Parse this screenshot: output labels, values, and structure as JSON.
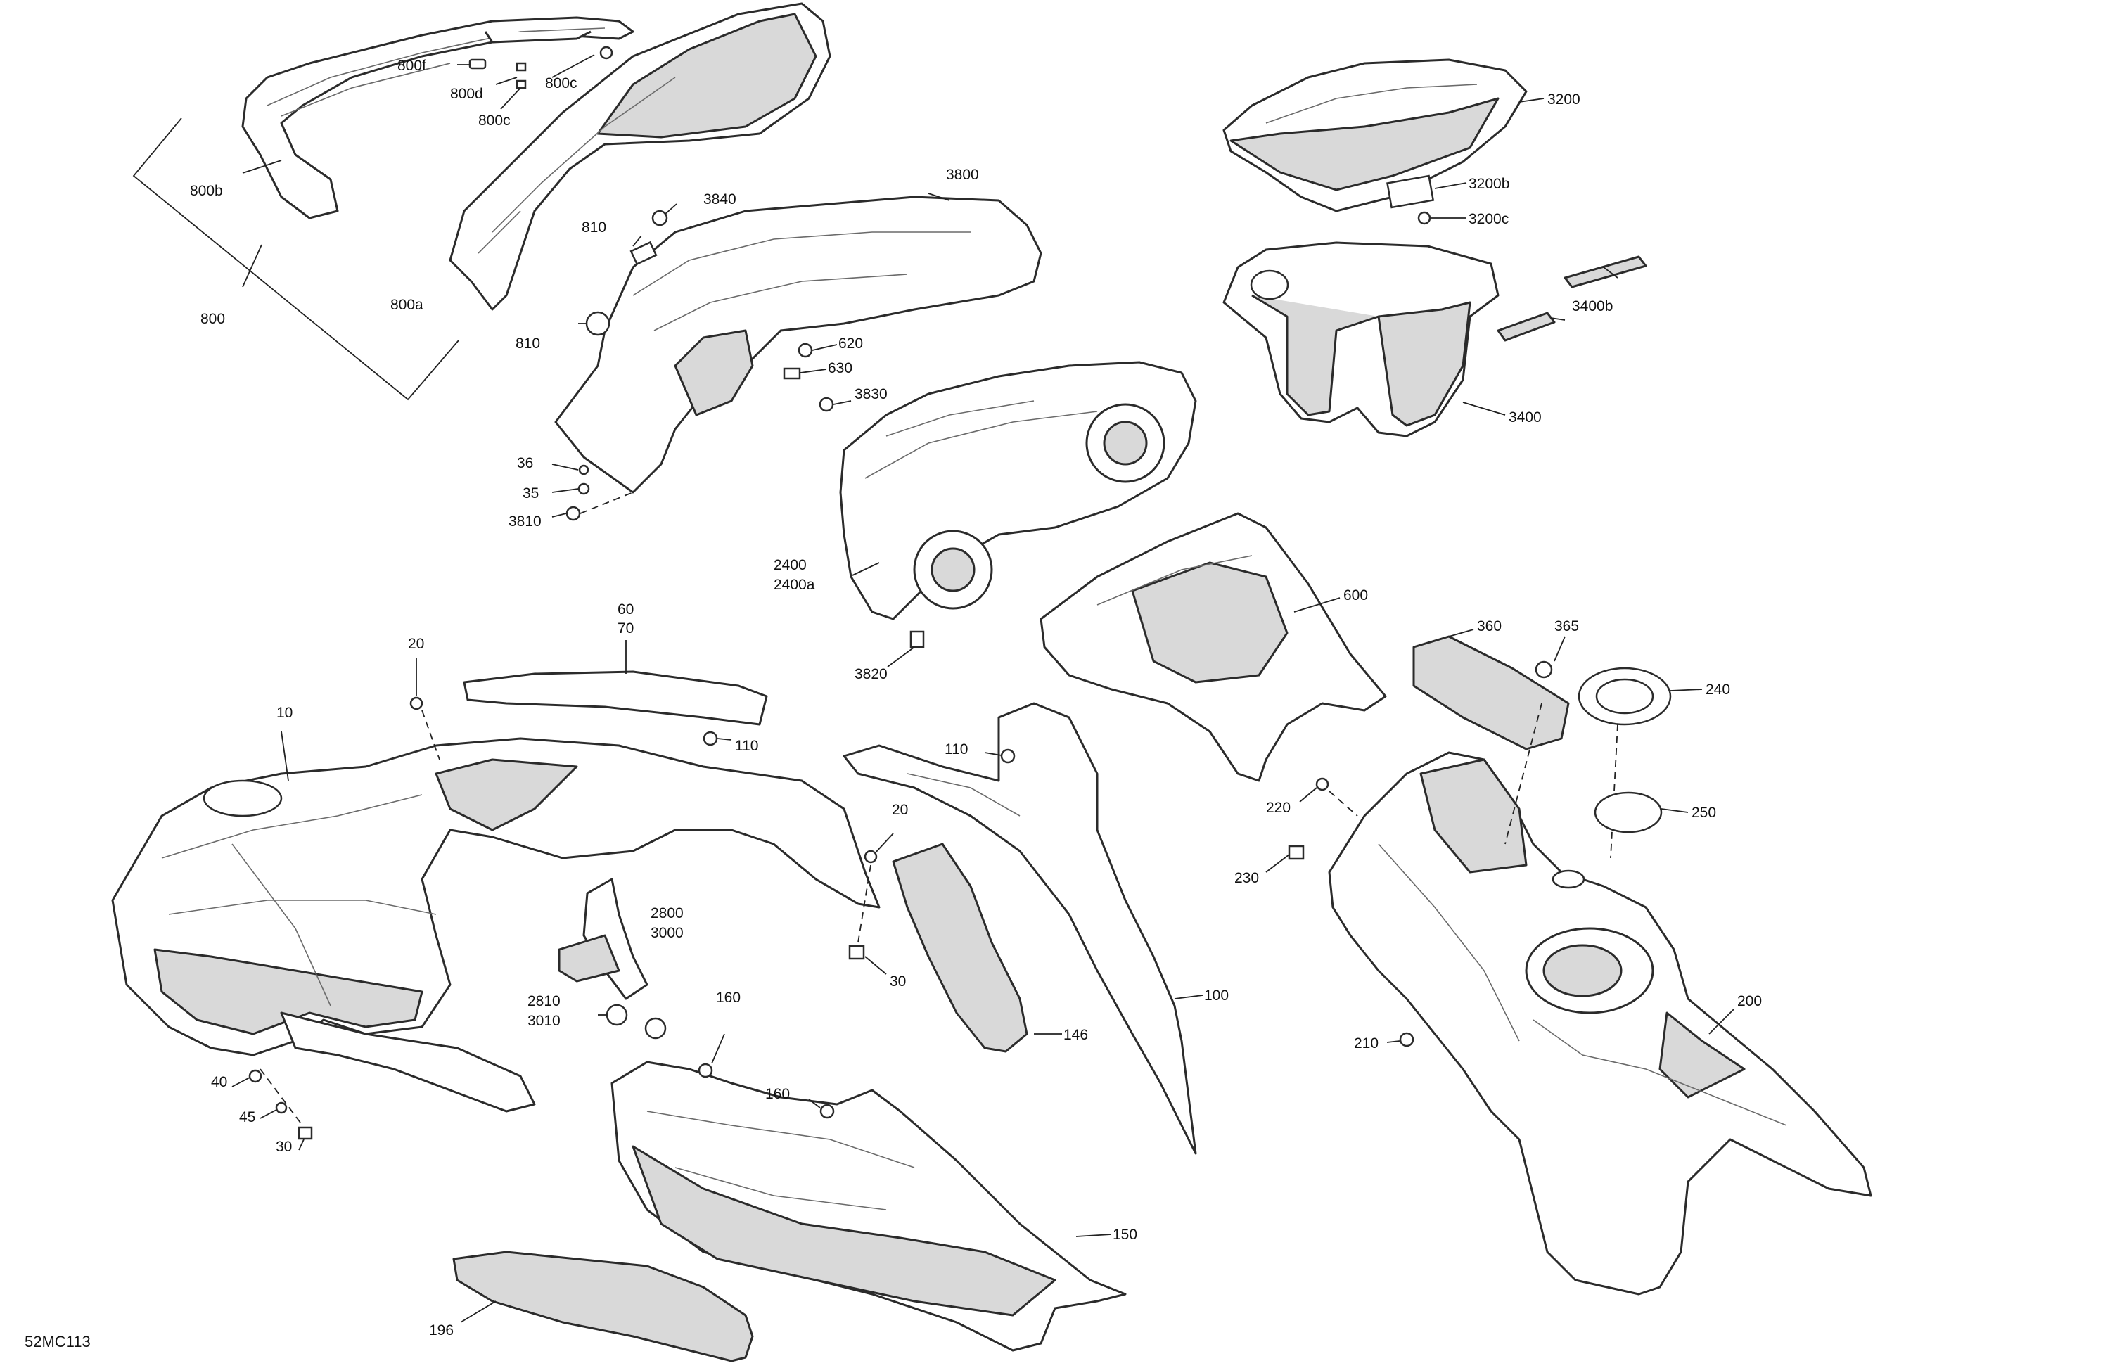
{
  "diagram_code": "52MC113",
  "labels": {
    "l800f": "800f",
    "l800d": "800d",
    "l800c_a": "800c",
    "l800c_b": "800c",
    "l800b": "800b",
    "l800": "800",
    "l800a": "800a",
    "l3840": "3840",
    "l3800": "3800",
    "l810_a": "810",
    "l810_b": "810",
    "l620": "620",
    "l630": "630",
    "l3830": "3830",
    "l36": "36",
    "l35": "35",
    "l3810": "3810",
    "l2400": "2400",
    "l2400a": "2400a",
    "l3820": "3820",
    "l3200": "3200",
    "l3200b": "3200b",
    "l3200c": "3200c",
    "l3400b": "3400b",
    "l3400": "3400",
    "l600": "600",
    "l60": "60",
    "l70": "70",
    "l20_a": "20",
    "l10": "10",
    "l110_a": "110",
    "l110_b": "110",
    "l20_b": "20",
    "l2800": "2800",
    "l3000": "3000",
    "l30_a": "30",
    "l2810": "2810",
    "l3010": "3010",
    "l160_a": "160",
    "l160_b": "160",
    "l40": "40",
    "l45": "45",
    "l30_b": "30",
    "l146": "146",
    "l100": "100",
    "l150": "150",
    "l196": "196",
    "l360": "360",
    "l365": "365",
    "l240": "240",
    "l250": "250",
    "l220": "220",
    "l230": "230",
    "l200": "200",
    "l210": "210"
  }
}
